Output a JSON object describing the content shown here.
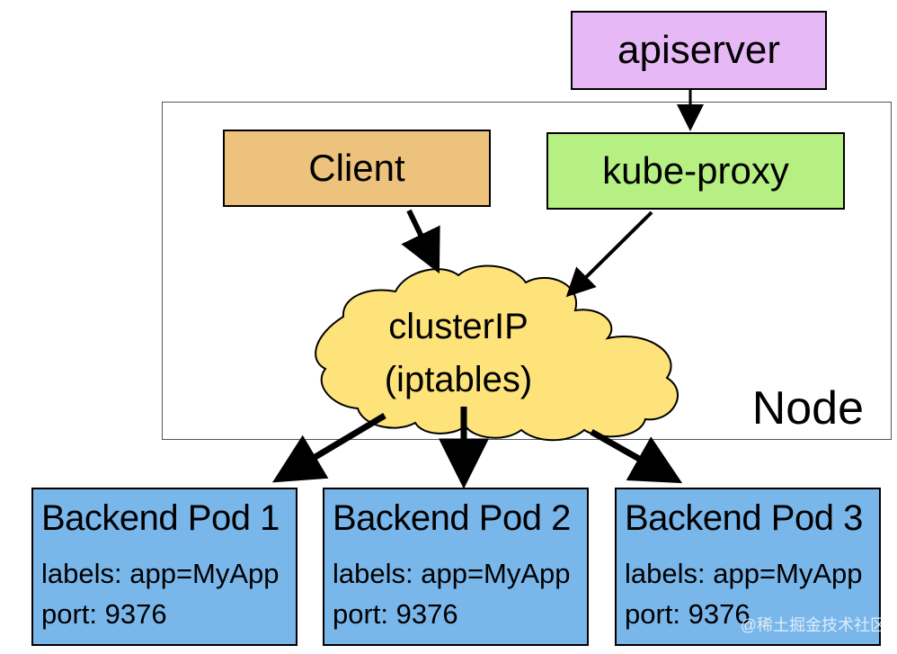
{
  "nodes": {
    "apiserver": "apiserver",
    "client": "Client",
    "kube_proxy": "kube-proxy",
    "cluster_ip": {
      "title": "clusterIP",
      "subtitle": "(iptables)"
    },
    "node_label": "Node"
  },
  "pods": [
    {
      "title": "Backend Pod 1",
      "labels": "labels: app=MyApp",
      "port": "port: 9376"
    },
    {
      "title": "Backend Pod 2",
      "labels": "labels: app=MyApp",
      "port": "port: 9376"
    },
    {
      "title": "Backend Pod 3",
      "labels": "labels: app=MyApp",
      "port": "port: 9376"
    }
  ],
  "watermark": "@稀土掘金技术社区",
  "colors": {
    "apiserver": "#e7b8f6",
    "client": "#ecc27d",
    "kube_proxy": "#b6f082",
    "cloud": "#fde37a",
    "pod": "#79b6ea"
  }
}
